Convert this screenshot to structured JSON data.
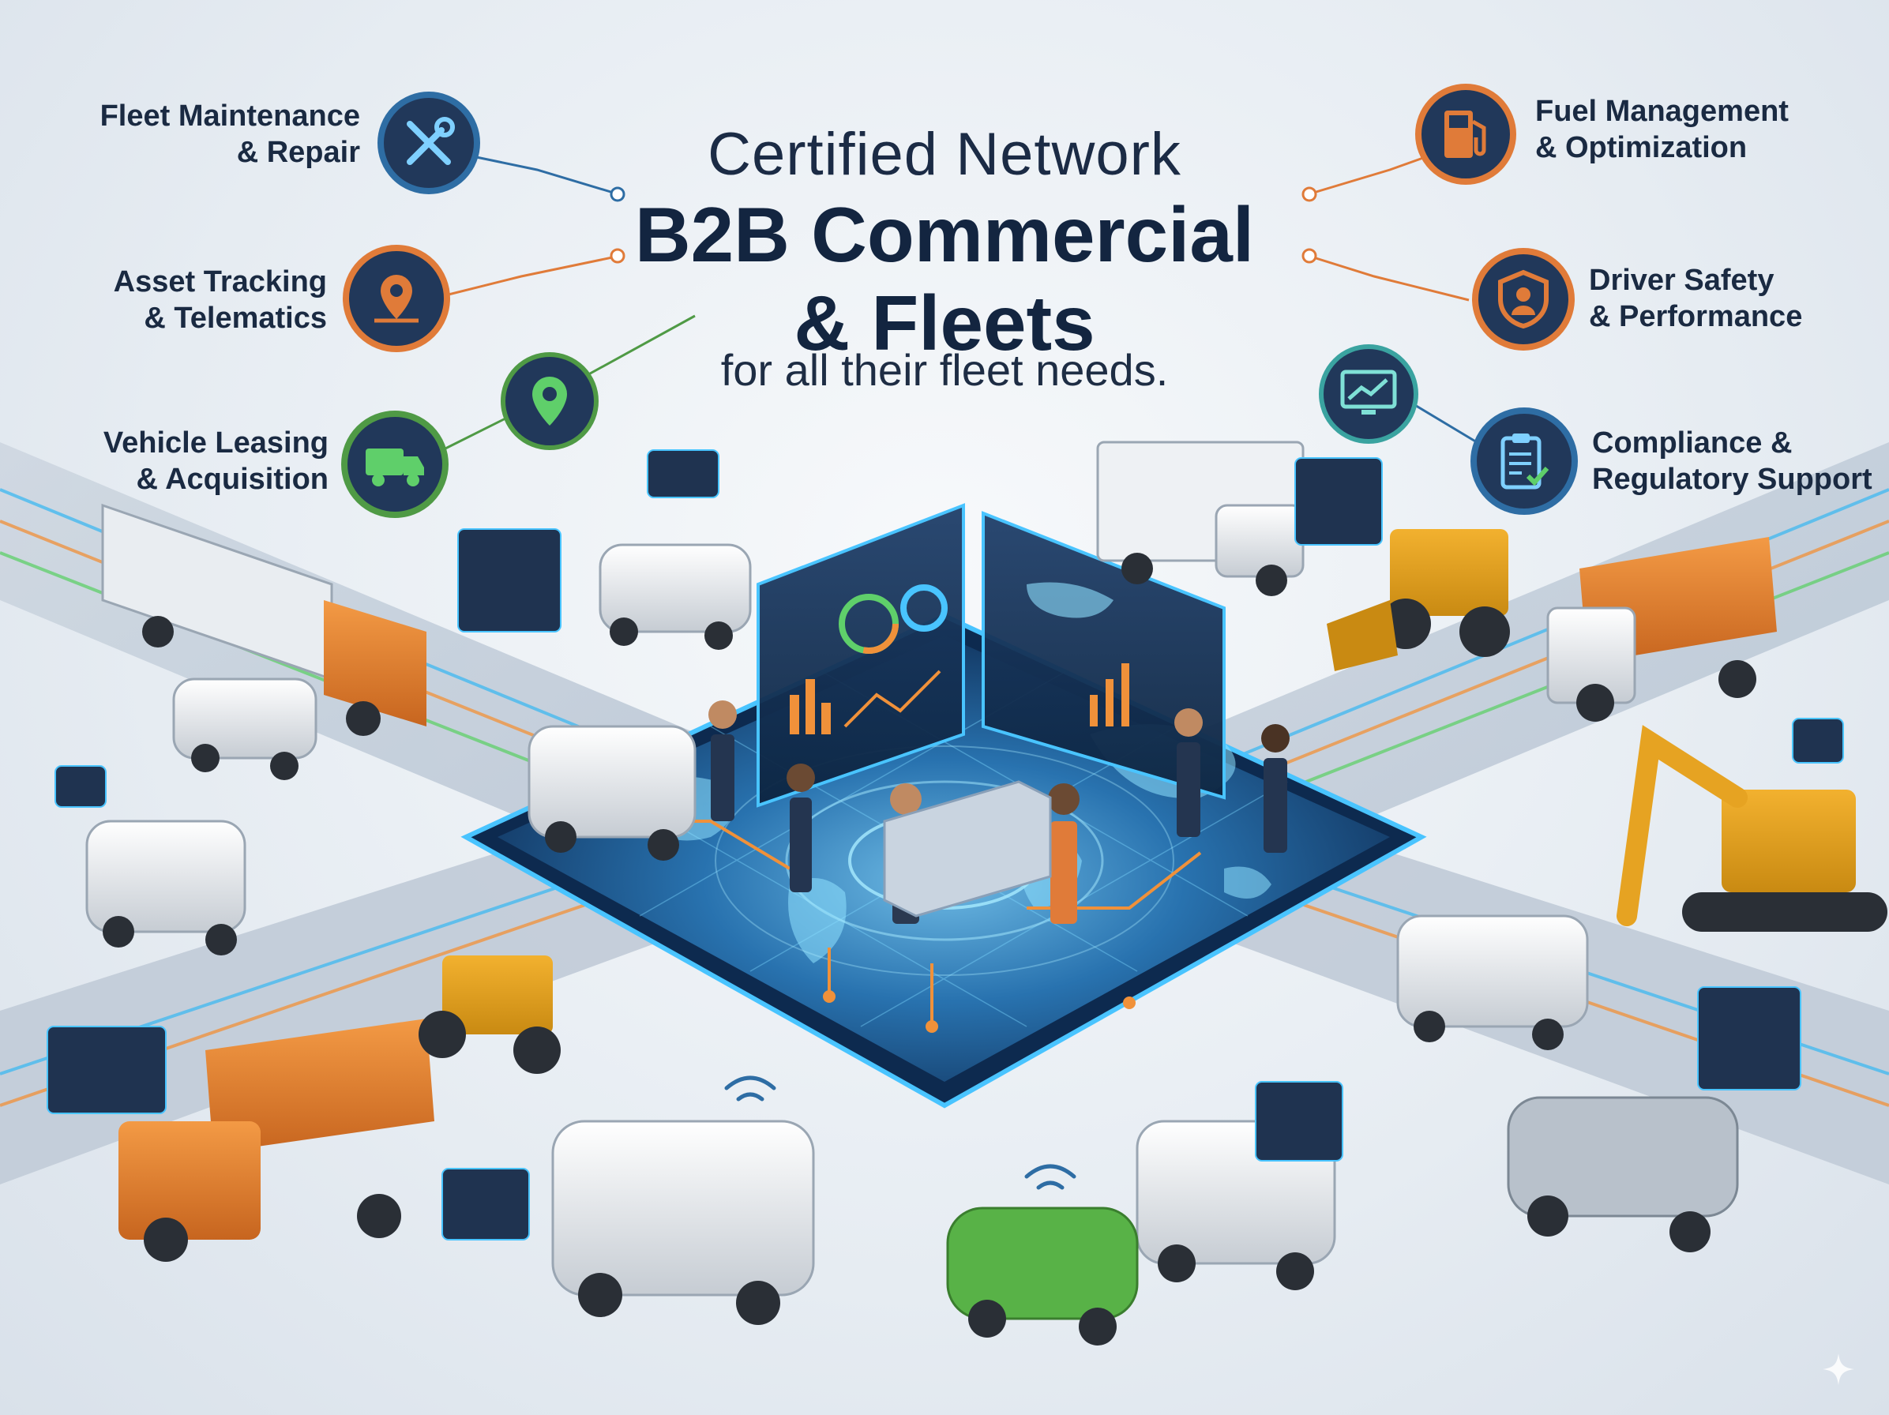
{
  "header": {
    "line1": "Certified Network",
    "line2": "B2B Commercial",
    "line3": "& Fleets",
    "tagline": "for all their fleet needs."
  },
  "services_left": [
    {
      "line1": "Fleet Maintenance",
      "line2": "& Repair",
      "icon": "wrench-screwdriver-icon",
      "color": "#2e6da4"
    },
    {
      "line1": "Asset Tracking",
      "line2": "& Telematics",
      "icon": "map-pin-icon",
      "color": "#e07b39"
    },
    {
      "line1": "Vehicle Leasing",
      "line2": "& Acquisition",
      "icon": "delivery-truck-icon",
      "color": "#4f9a45"
    }
  ],
  "services_right": [
    {
      "line1": "Fuel Management",
      "line2": "& Optimization",
      "icon": "fuel-pump-icon",
      "color": "#e07b39"
    },
    {
      "line1": "Driver Safety",
      "line2": "& Performance",
      "icon": "shield-driver-icon",
      "color": "#e07b39"
    },
    {
      "line1": "Compliance &",
      "line2": "Regulatory Support",
      "icon": "clipboard-check-icon",
      "color": "#2e6da4"
    }
  ],
  "colors": {
    "navy": "#132540",
    "orange": "#e07b39",
    "green": "#4f9a45",
    "blue": "#2e6da4",
    "cyan_glow": "#3fb8f0"
  }
}
